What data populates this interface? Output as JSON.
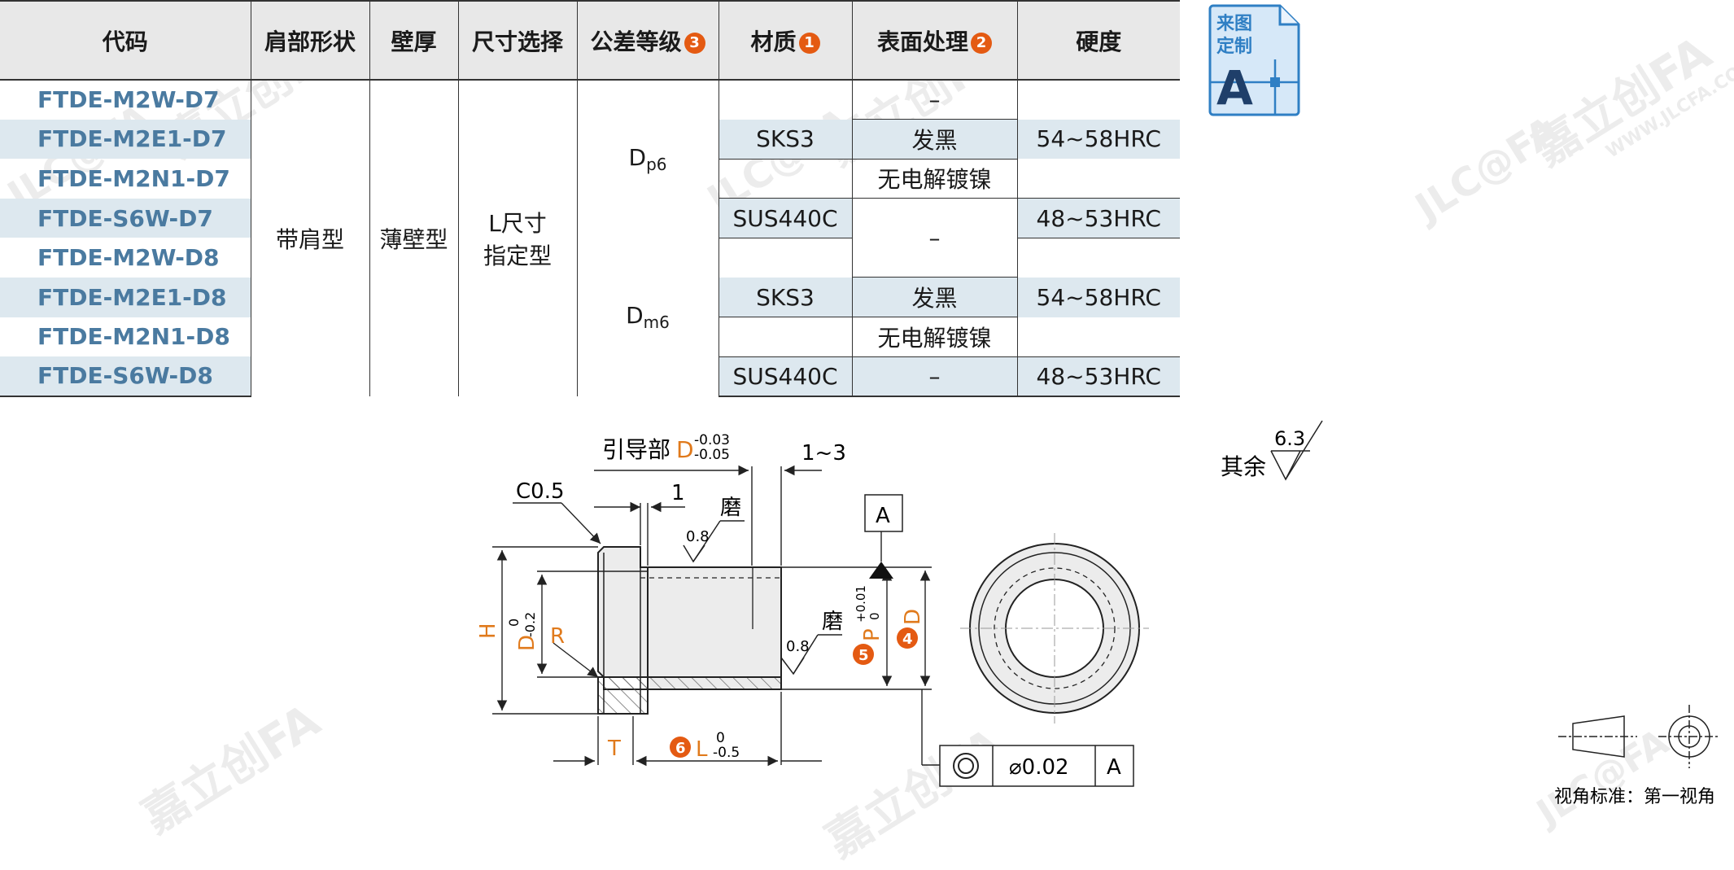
{
  "table": {
    "headers": {
      "code": "代码",
      "shoulder": "肩部形状",
      "wall": "壁厚",
      "size": "尺寸选择",
      "tolerance": "公差等级",
      "tolerance_badge": "3",
      "material": "材质",
      "material_badge": "1",
      "surface": "表面处理",
      "surface_badge": "2",
      "hardness": "硬度"
    },
    "codes": [
      "FTDE-M2W-D7",
      "FTDE-M2E1-D7",
      "FTDE-M2N1-D7",
      "FTDE-S6W-D7",
      "FTDE-M2W-D8",
      "FTDE-M2E1-D8",
      "FTDE-M2N1-D8",
      "FTDE-S6W-D8"
    ],
    "shoulder_value": "带肩型",
    "wall_value": "薄壁型",
    "size_value_line1": "L尺寸",
    "size_value_line2": "指定型",
    "tolerance_p6": {
      "main": "D",
      "sub": "p6"
    },
    "tolerance_m6": {
      "main": "D",
      "sub": "m6"
    },
    "materials": {
      "r2": "SKS3",
      "r4": "SUS440C",
      "r6": "SKS3",
      "r8": "SUS440C"
    },
    "surfaces": {
      "r1": "–",
      "r2": "发黑",
      "r3": "无电解镀镍",
      "r45": "–",
      "r6": "发黑",
      "r7": "无电解镀镍",
      "r8": "–"
    },
    "hardness": {
      "r2": "54~58HRC",
      "r4": "48~53HRC",
      "r6": "54~58HRC",
      "r8": "48~53HRC"
    }
  },
  "custom_icon": {
    "line1": "来图",
    "line2": "定制",
    "letter": "A"
  },
  "watermark": {
    "brand": "嘉立创FA",
    "logo": "JLC@FA",
    "url": "WWW.JLCFA.COM"
  },
  "drawing": {
    "chamfer": "C0.5",
    "guide_label": "引导部",
    "guide_D": "D",
    "guide_tol_upper": "-0.03",
    "guide_tol_lower": "-0.05",
    "range_1_3": "1~3",
    "dim_1": "1",
    "grind": "磨",
    "roughness_08": "0.8",
    "datum": "A",
    "H": "H",
    "D_shoulder": "D",
    "D_tol_upper": "0",
    "D_tol_lower": "-0.2",
    "R": "R",
    "P": "P",
    "P_tol_upper": "+0.01",
    "P_tol_lower": "0",
    "D_outer": "D",
    "badge_4": "4",
    "badge_5": "5",
    "badge_6": "6",
    "T": "T",
    "L": "L",
    "L_tol_upper": "0",
    "L_tol_lower": "-0.5",
    "concentricity_value": "⌀0.02",
    "concentricity_datum": "A",
    "roughness_rest_label": "其余",
    "roughness_rest_value": "6.3",
    "view_standard": "视角标准：第一视角"
  },
  "colors": {
    "orange": "#e07a1c",
    "badge": "#e45a12",
    "code_blue": "#4a7aa0",
    "shade": "#dde8ef",
    "icon_blue": "#2f7fc4"
  }
}
